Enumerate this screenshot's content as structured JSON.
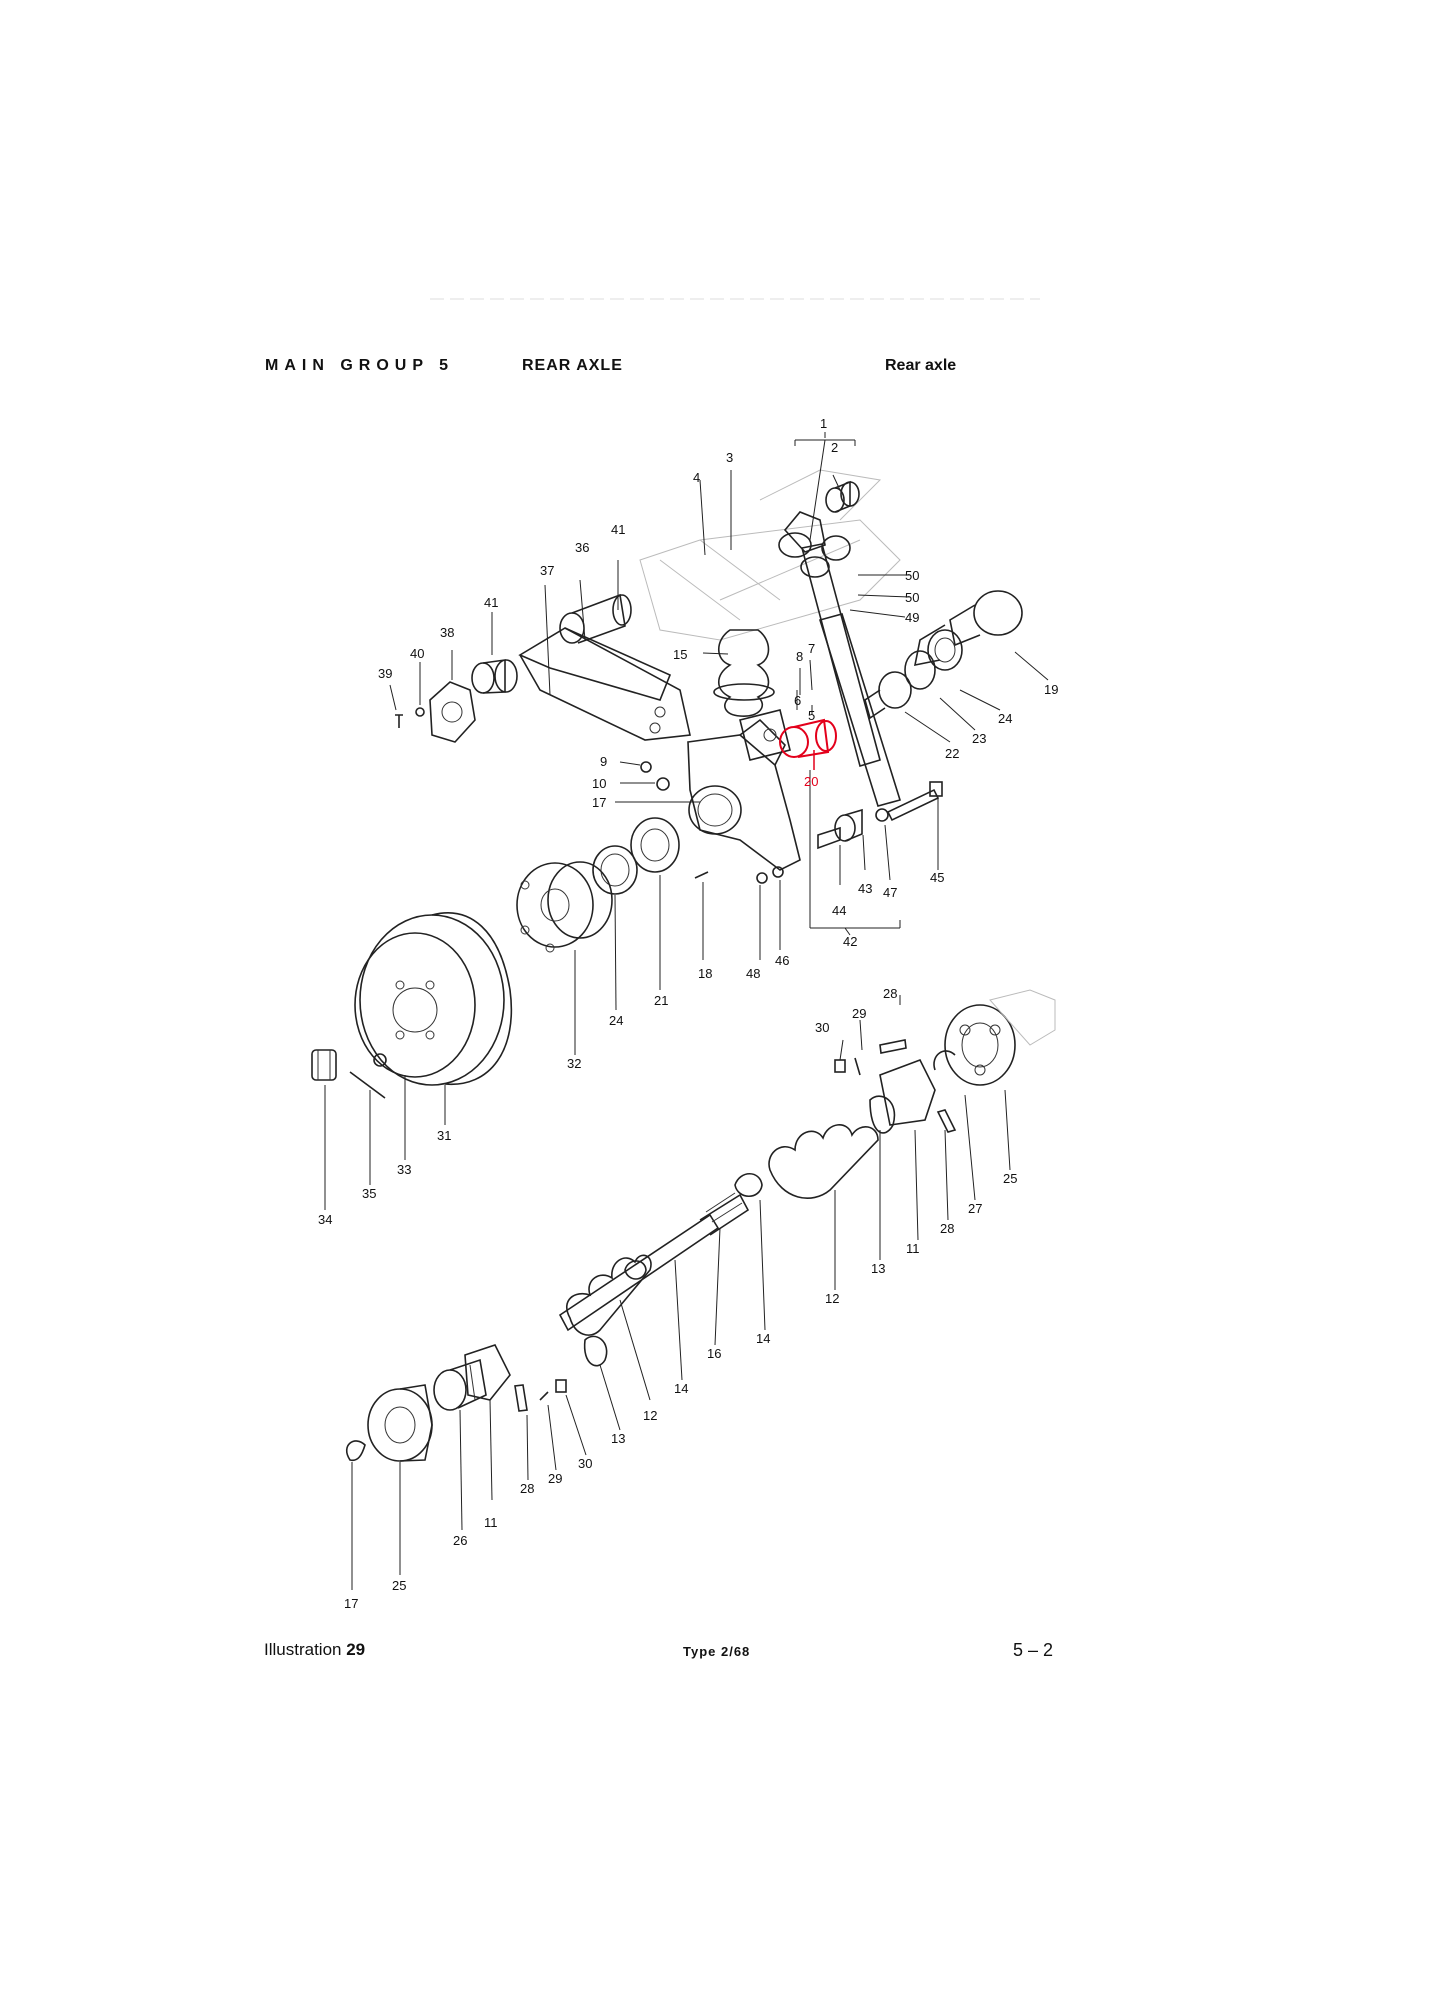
{
  "header": {
    "main_group": "MAIN GROUP 5",
    "group_title": "REAR AXLE",
    "section": "Rear axle"
  },
  "footer": {
    "illustration_label": "Illustration",
    "illustration_number": "29",
    "type": "Type 2/68",
    "page": "5 – 2"
  },
  "highlight": {
    "part": "20",
    "color": "#e3001b"
  },
  "callouts": {
    "c1": "1",
    "c2": "2",
    "c3": "3",
    "c4": "4",
    "c5": "5",
    "c6": "6",
    "c7": "7",
    "c8": "8",
    "c9": "9",
    "c10": "10",
    "c15": "15",
    "c17a": "17",
    "c17b": "17",
    "c18": "18",
    "c19": "19",
    "c20": "20",
    "c21": "21",
    "c22": "22",
    "c23": "23",
    "c24a": "24",
    "c24b": "24",
    "c25a": "25",
    "c25b": "25",
    "c26": "26",
    "c27": "27",
    "c28a": "28",
    "c28b": "28",
    "c28c": "28",
    "c29a": "29",
    "c29b": "29",
    "c30a": "30",
    "c30b": "30",
    "c31": "31",
    "c32": "32",
    "c33": "33",
    "c34": "34",
    "c35": "35",
    "c36": "36",
    "c37": "37",
    "c38": "38",
    "c39": "39",
    "c40": "40",
    "c41a": "41",
    "c41b": "41",
    "c42": "42",
    "c43": "43",
    "c44": "44",
    "c45": "45",
    "c46": "46",
    "c47": "47",
    "c48": "48",
    "c49": "49",
    "c50a": "50",
    "c50b": "50",
    "c11a": "11",
    "c11b": "11",
    "c12a": "12",
    "c12b": "12",
    "c13a": "13",
    "c13b": "13",
    "c14a": "14",
    "c14b": "14",
    "c16": "16"
  }
}
